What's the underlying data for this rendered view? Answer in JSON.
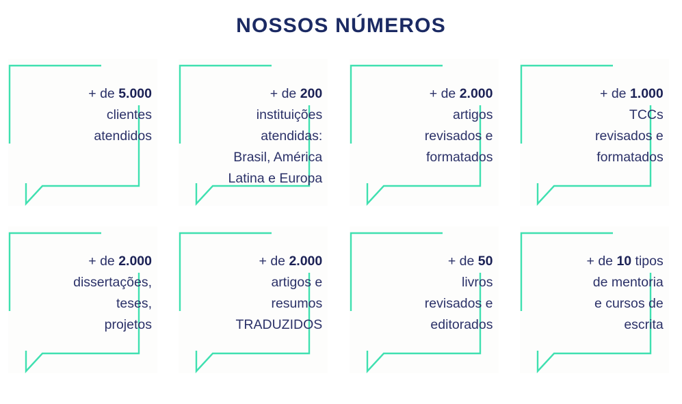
{
  "header": {
    "title": "NOSSOS NÚMEROS"
  },
  "theme": {
    "accent_green": "#3fe0b0",
    "title_navy": "#1b2a63",
    "text_navy": "#2b3168",
    "bold_navy": "#1b2155",
    "background": "#ffffff",
    "card_tint": "#fdfdfc"
  },
  "stats": [
    {
      "id": "clientes-atendidos",
      "prefix": "+ de ",
      "number": "5.000",
      "lines": [
        "clientes",
        "atendidos"
      ]
    },
    {
      "id": "instituicoes-atendidas",
      "prefix": "+ de ",
      "number": "200",
      "lines": [
        "instituições",
        "atendidas:",
        "Brasil, América",
        "Latina e Europa"
      ]
    },
    {
      "id": "artigos-revisados-formatados",
      "prefix": "+ de ",
      "number": "2.000",
      "lines": [
        "artigos",
        "revisados e",
        "formatados"
      ]
    },
    {
      "id": "tccs-revisados-formatados",
      "prefix": "+ de ",
      "number": "1.000",
      "lines": [
        "TCCs",
        "revisados e",
        "formatados"
      ]
    },
    {
      "id": "dissertacoes-teses-projetos",
      "prefix": "+ de ",
      "number": "2.000",
      "lines": [
        "dissertações,",
        "teses,",
        "projetos"
      ]
    },
    {
      "id": "artigos-resumos-traduzidos",
      "prefix": "+ de ",
      "number": "2.000",
      "lines": [
        "artigos e",
        "resumos",
        "TRADUZIDOS"
      ]
    },
    {
      "id": "livros-revisados-editorados",
      "prefix": "+ de ",
      "number": "50",
      "lines": [
        "livros",
        "revisados e",
        "editorados"
      ]
    },
    {
      "id": "tipos-mentoria-cursos",
      "prefix": "+ de ",
      "number": "10",
      "suffix": " tipos",
      "lines": [
        "de mentoria",
        "e cursos de",
        "escrita"
      ]
    }
  ]
}
